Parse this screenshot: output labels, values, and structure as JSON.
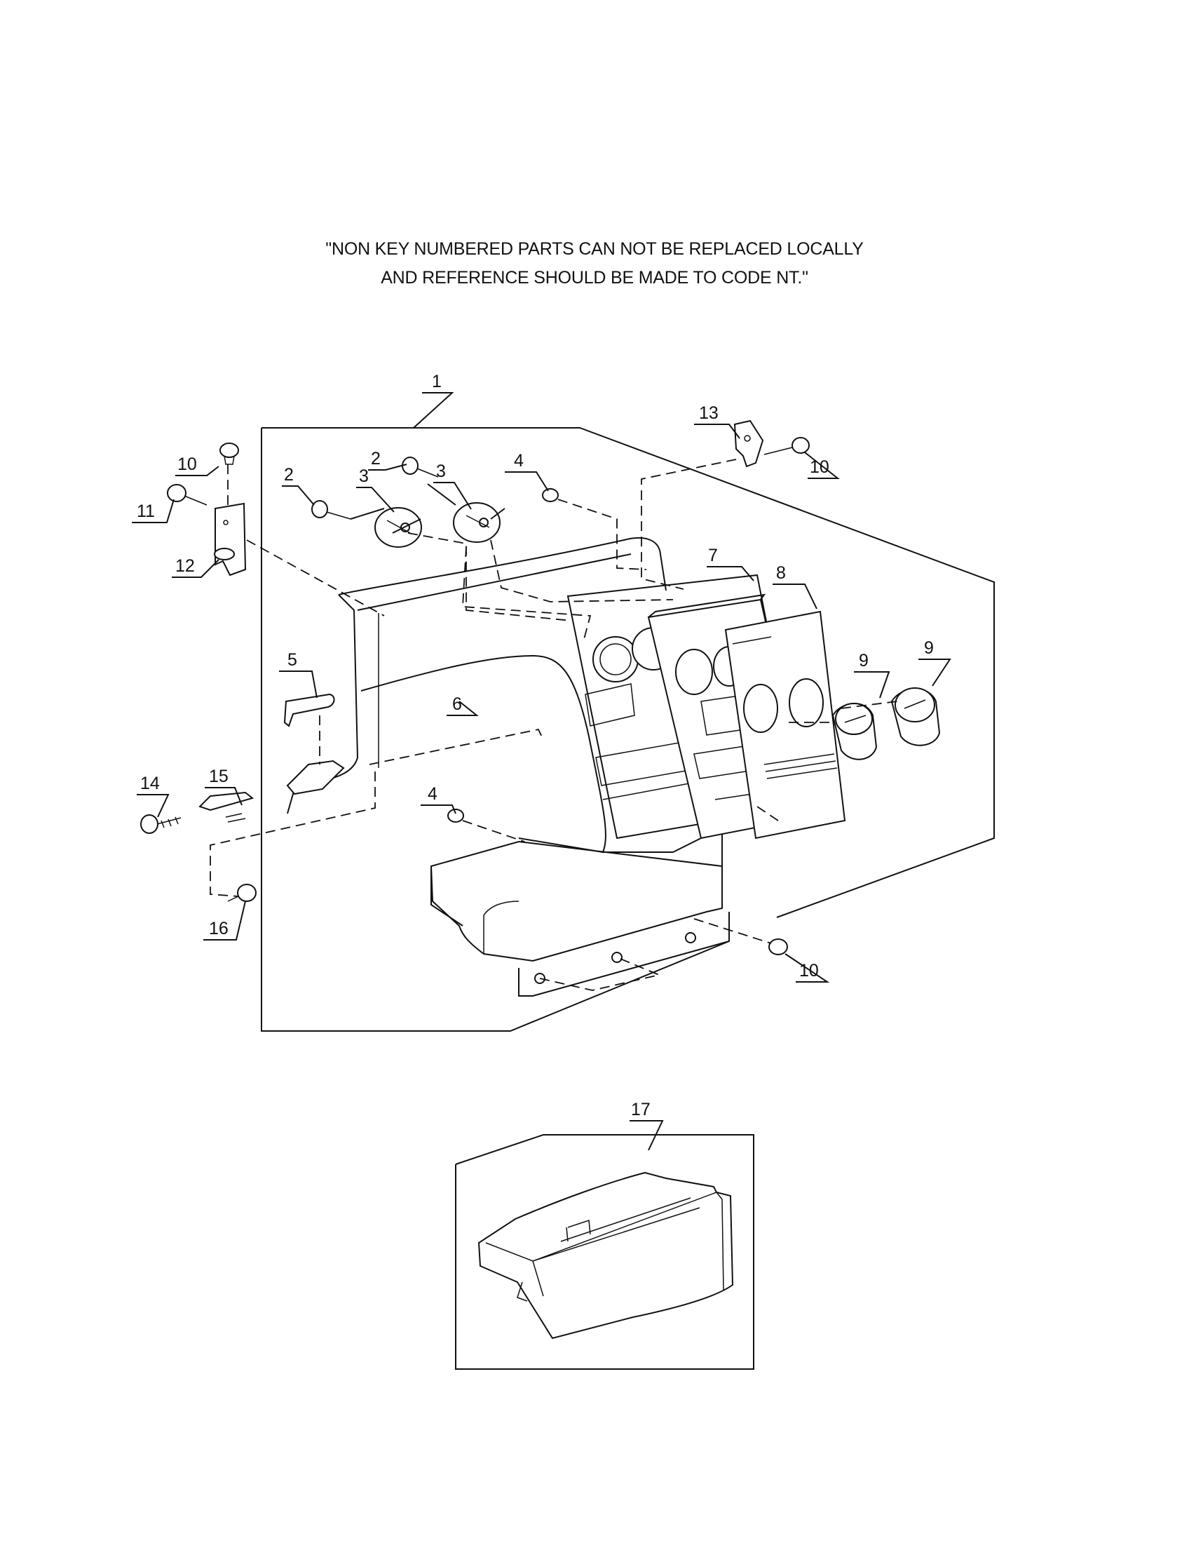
{
  "notice": {
    "line1": "\"NON KEY NUMBERED PARTS CAN NOT BE REPLACED LOCALLY",
    "line2": "AND REFERENCE SHOULD BE MADE TO CODE NT.\""
  },
  "callouts": {
    "c1": "1",
    "c2a": "2",
    "c2b": "2",
    "c3a": "3",
    "c3b": "3",
    "c4a": "4",
    "c4b": "4",
    "c5": "5",
    "c6": "6",
    "c7": "7",
    "c8": "8",
    "c9a": "9",
    "c9b": "9",
    "c10a": "10",
    "c10b": "10",
    "c10c": "10",
    "c11": "11",
    "c12": "12",
    "c13": "13",
    "c14": "14",
    "c15": "15",
    "c16": "16",
    "c17": "17"
  }
}
